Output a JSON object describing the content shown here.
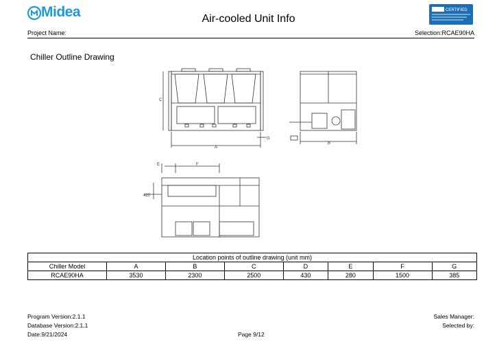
{
  "header": {
    "logo_text": "Midea",
    "title": "Air-cooled Unit Info",
    "cert_text": "CERTIFIED",
    "project_label": "Project Name:",
    "selection": "Selection:RCAE90HA"
  },
  "section_title": "Chiller Outline Drawing",
  "drawing_labels": {
    "a": "A",
    "b": "B",
    "c": "C",
    "e": "E",
    "f": "F",
    "g": "G",
    "d_value": "420"
  },
  "table": {
    "caption": "Location points of outline drawing (unit mm)",
    "headers": [
      "Chiller Model",
      "A",
      "B",
      "C",
      "D",
      "E",
      "F",
      "G"
    ],
    "rows": [
      [
        "RCAE90HA",
        "3530",
        "2300",
        "2500",
        "430",
        "280",
        "1500",
        "385"
      ]
    ]
  },
  "footer": {
    "program": "Program Version:2.1.1",
    "database": "Database Version:2.1.1",
    "date": "Date:9/21/2024",
    "page": "Page 9/12",
    "sales": "Sales Manager:",
    "selected": "Selected by:"
  }
}
